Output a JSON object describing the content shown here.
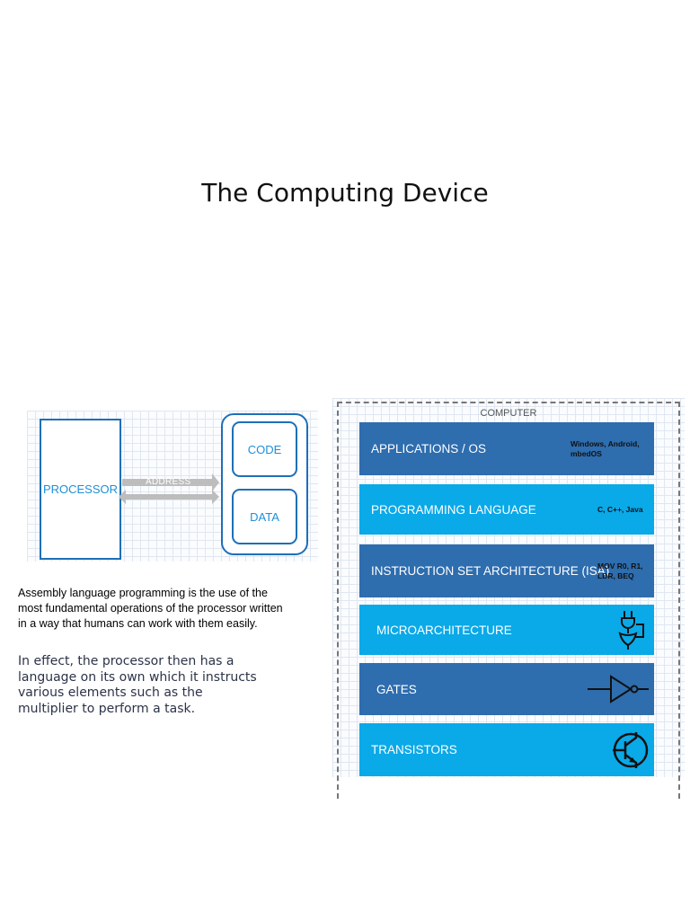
{
  "slide": {
    "title": "The Computing Device"
  },
  "processor_diagram": {
    "processor": "PROCESSOR",
    "address": "ADDRESS",
    "code": "CODE",
    "data": "DATA"
  },
  "text": {
    "paragraph1": "Assembly language programming is the use of the most fundamental operations of the processor written in a way that humans can work with them easily.",
    "paragraph2": "In effect, the processor then has a language on its own which it instructs various elements such as the multiplier to perform a task."
  },
  "stack": {
    "header": "COMPUTER",
    "layers": [
      {
        "name": "APPLICATIONS / OS",
        "note": "Windows, Android, mbedOS"
      },
      {
        "name": "PROGRAMMING LANGUAGE",
        "note": "C, C++, Java"
      },
      {
        "name": "INSTRUCTION SET ARCHITECTURE (ISA)",
        "note": "MOV R0, R1, LDR, BEQ"
      },
      {
        "name": "MICROARCHITECTURE",
        "icon": "logic-circuit-icon"
      },
      {
        "name": "GATES",
        "icon": "not-gate-icon"
      },
      {
        "name": "TRANSISTORS",
        "icon": "transistor-icon"
      }
    ]
  },
  "colors": {
    "dark_layer": "#2e6dae",
    "light_layer": "#0aa9e8",
    "diagram_blue": "#1e6fb8"
  }
}
